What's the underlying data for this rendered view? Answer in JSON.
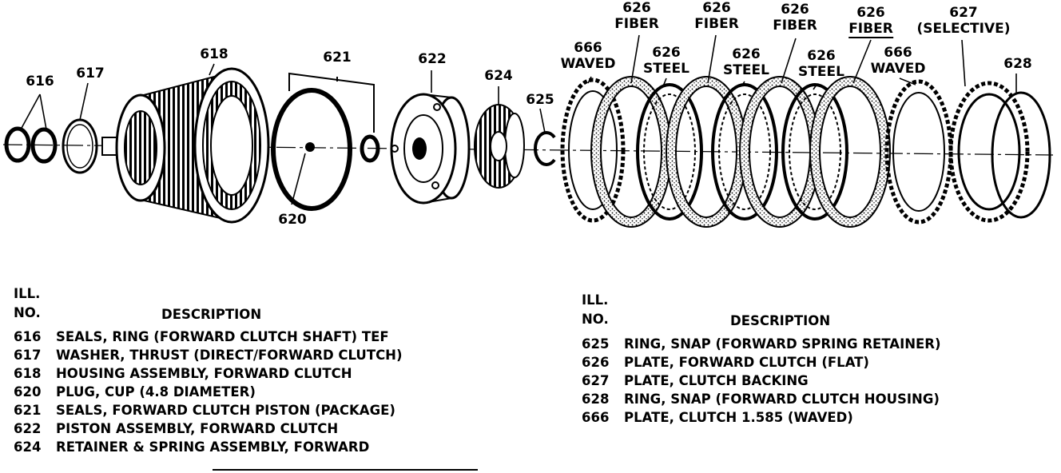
{
  "callouts": {
    "c616": "616",
    "c617": "617",
    "c618": "618",
    "c620": "620",
    "c621": "621",
    "c622": "622",
    "c624": "624",
    "c625": "625",
    "c666a": [
      "666",
      "WAVED"
    ],
    "c626a": [
      "626",
      "FIBER"
    ],
    "c626b": [
      "626",
      "STEEL"
    ],
    "c626c": [
      "626",
      "FIBER"
    ],
    "c626d": [
      "626",
      "STEEL"
    ],
    "c626e": [
      "626",
      "FIBER"
    ],
    "c626f": [
      "626",
      "STEEL"
    ],
    "c626g": [
      "626",
      "FIBER"
    ],
    "c666b": [
      "666",
      "WAVED"
    ],
    "c627": [
      "627",
      "(SELECTIVE)"
    ],
    "c628": "628"
  },
  "legend_left": {
    "header_ill": "ILL.",
    "header_no": "NO.",
    "header_desc": "DESCRIPTION",
    "rows": [
      {
        "no": "616",
        "desc": "SEALS, RING (FORWARD CLUTCH SHAFT) TEF"
      },
      {
        "no": "617",
        "desc": "WASHER, THRUST (DIRECT/FORWARD CLUTCH)"
      },
      {
        "no": "618",
        "desc": "HOUSING ASSEMBLY, FORWARD CLUTCH"
      },
      {
        "no": "620",
        "desc": "PLUG, CUP (4.8 DIAMETER)"
      },
      {
        "no": "621",
        "desc": "SEALS, FORWARD CLUTCH PISTON (PACKAGE)"
      },
      {
        "no": "622",
        "desc": "PISTON ASSEMBLY, FORWARD CLUTCH"
      },
      {
        "no": "624",
        "desc": "RETAINER & SPRING ASSEMBLY, FORWARD"
      }
    ]
  },
  "legend_right": {
    "header_ill": "ILL.",
    "header_no": "NO.",
    "header_desc": "DESCRIPTION",
    "rows": [
      {
        "no": "625",
        "desc": "RING, SNAP (FORWARD SPRING RETAINER)"
      },
      {
        "no": "626",
        "desc": "PLATE, FORWARD CLUTCH (FLAT)"
      },
      {
        "no": "627",
        "desc": "PLATE, CLUTCH BACKING"
      },
      {
        "no": "628",
        "desc": "RING, SNAP (FORWARD CLUTCH HOUSING)"
      },
      {
        "no": "666",
        "desc": "PLATE, CLUTCH 1.585 (WAVED)"
      }
    ]
  }
}
